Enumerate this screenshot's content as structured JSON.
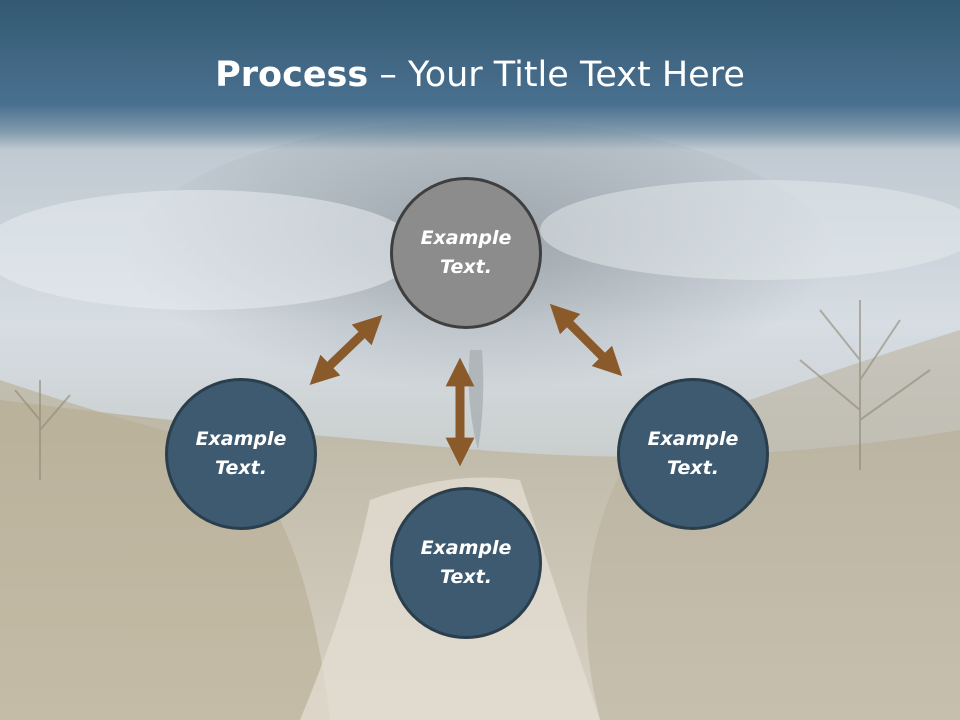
{
  "slide": {
    "title_bold": "Process",
    "title_rest": " – Your Title Text Here"
  },
  "nodes": [
    {
      "label_line1": "Example",
      "label_line2": "Text."
    },
    {
      "label_line1": "Example",
      "label_line2": "Text."
    },
    {
      "label_line1": "Example",
      "label_line2": "Text."
    },
    {
      "label_line1": "Example",
      "label_line2": "Text."
    }
  ],
  "colors": {
    "header": "#3a6480",
    "node_blue": "#3e5a70",
    "node_gray": "#8c8c8c",
    "arrow": "#8a5a2b"
  }
}
